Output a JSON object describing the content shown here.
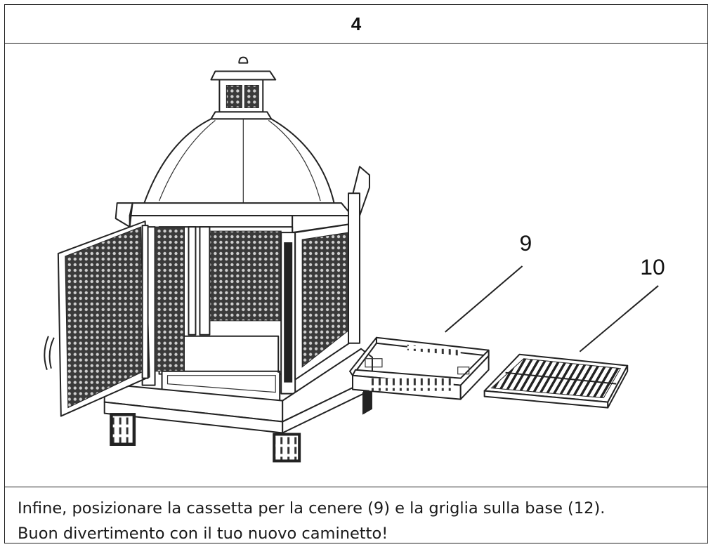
{
  "step": {
    "number": "4"
  },
  "callouts": [
    {
      "label": "9",
      "part": "cassetta per la cenere"
    },
    {
      "label": "10",
      "part": "griglia"
    }
  ],
  "caption": {
    "line1": "Infine, posizionare la cassetta per la cenere (9) e la griglia sulla base (12).",
    "line2": "Buon divertimento con il tuo nuovo caminetto!"
  },
  "colors": {
    "line": "#222222",
    "mesh": "#3a3a3a",
    "background": "#ffffff"
  }
}
